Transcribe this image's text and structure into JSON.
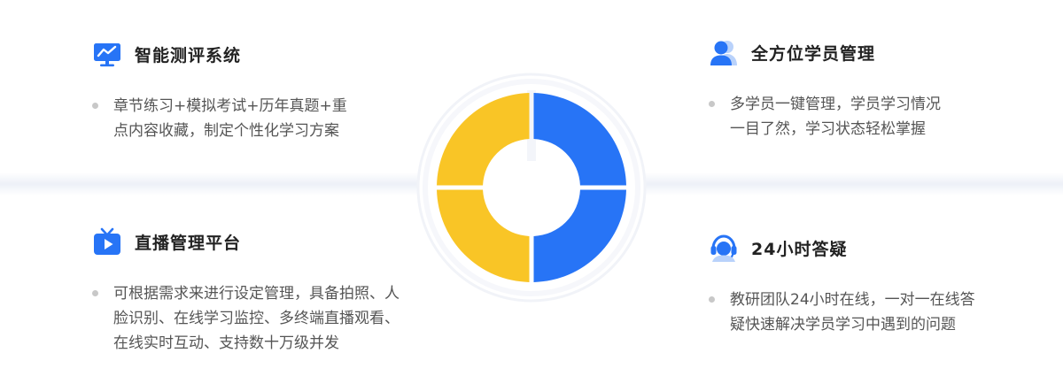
{
  "features": [
    {
      "title": "智能测评系统",
      "icon": "monitor-chart-icon",
      "lines": [
        "章节练习+模拟考试+历年真题+重",
        "点内容收藏，制定个性化学习方案"
      ]
    },
    {
      "title": "直播管理平台",
      "icon": "tv-play-icon",
      "lines": [
        "可根据需求来进行设定管理，具备拍照、人",
        "脸识别、在线学习监控、多终端直播观看、",
        "在线实时互动、支持数十万级并发"
      ]
    },
    {
      "title": "全方位学员管理",
      "icon": "users-icon",
      "lines": [
        "多学员一键管理，学员学习情况",
        "一目了然，学习状态轻松掌握"
      ]
    },
    {
      "title": "24小时答疑",
      "icon": "headset-support-icon",
      "lines": [
        "教研团队24小时在线，一对一在线答",
        "疑快速解决学员学习中遇到的问题"
      ]
    }
  ],
  "donut": {
    "segments": [
      {
        "color": "#2774f6"
      },
      {
        "color": "#2774f6"
      },
      {
        "color": "#f9c526"
      },
      {
        "color": "#f9c526"
      }
    ]
  },
  "colors": {
    "blue": "#2774f6",
    "yellow": "#f9c526",
    "title": "#222222",
    "text": "#555555",
    "bullet": "#c8c8c8"
  }
}
